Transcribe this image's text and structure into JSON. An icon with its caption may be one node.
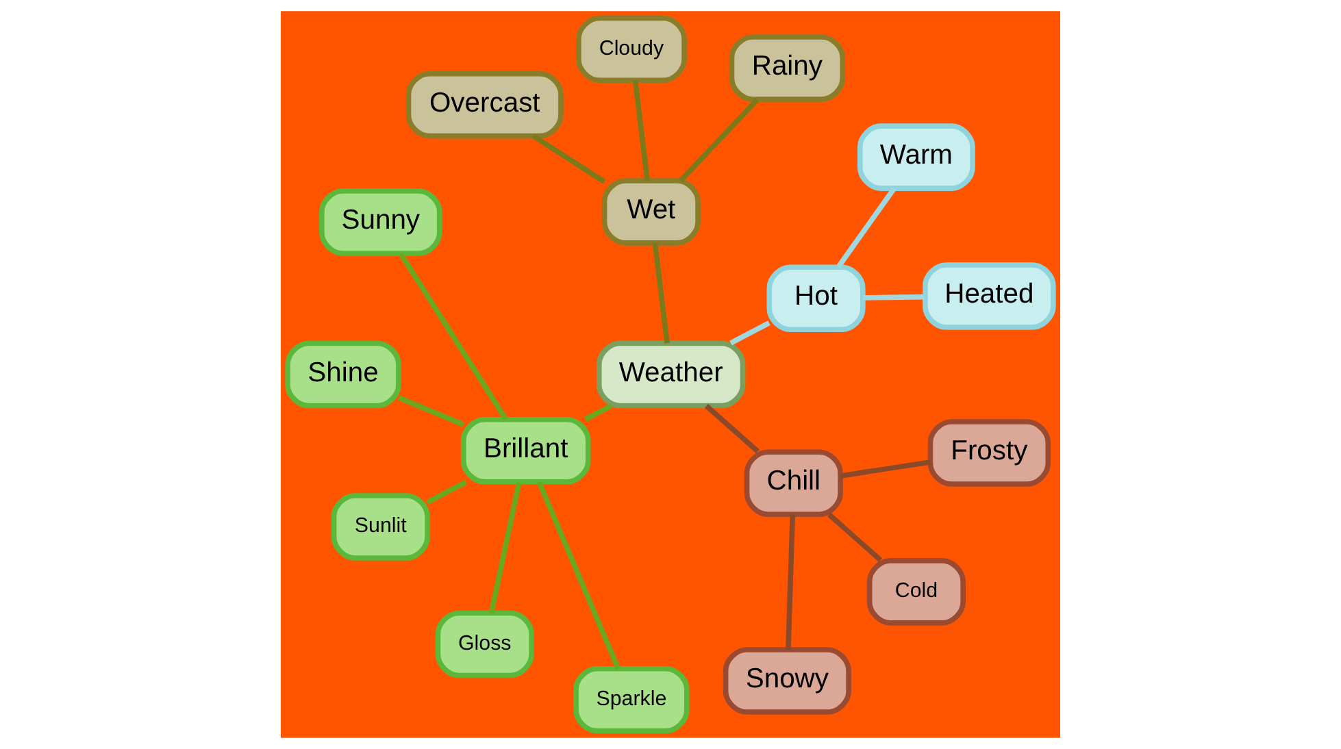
{
  "diagram": {
    "nodes": [
      {
        "text": [
          "Weather"
        ]
      },
      {
        "text": [
          "Hot"
        ]
      },
      {
        "text": [
          "Heated"
        ]
      },
      {
        "text": [
          "Warm"
        ]
      },
      {
        "text": [
          "Wet"
        ]
      },
      {
        "text": [
          "Rainy"
        ]
      },
      {
        "text": [
          "Cloudy"
        ]
      },
      {
        "text": [
          "Overcast"
        ]
      },
      {
        "text": [
          "Brillant"
        ]
      },
      {
        "text": [
          "Sunny"
        ]
      },
      {
        "text": [
          "Shine"
        ]
      },
      {
        "text": [
          "Sunlit"
        ]
      },
      {
        "text": [
          "Gloss"
        ]
      },
      {
        "text": [
          "Sparkle"
        ]
      },
      {
        "text": [
          "Chill"
        ]
      },
      {
        "text": [
          "Snowy"
        ]
      },
      {
        "text": [
          "Cold"
        ]
      },
      {
        "text": [
          "Frosty"
        ]
      }
    ],
    "edges": [
      {
        "from": 0,
        "to": 1,
        "arrow": "none",
        "color": "#9fd8e0"
      },
      {
        "from": 1,
        "to": 2,
        "arrow": "none",
        "color": "#9fd8e0"
      },
      {
        "from": 1,
        "to": 3,
        "arrow": "none",
        "color": "#9fd8e0"
      },
      {
        "from": 0,
        "to": 4,
        "arrow": "none",
        "color": "#7a7a1a"
      },
      {
        "from": 4,
        "to": 5,
        "arrow": "none",
        "color": "#7a7a1a"
      },
      {
        "from": 4,
        "to": 6,
        "arrow": "none",
        "color": "#7a7a1a"
      },
      {
        "from": 4,
        "to": 7,
        "arrow": "none",
        "color": "#7a7a1a"
      },
      {
        "from": 0,
        "to": 8,
        "arrow": "none",
        "color": "#6aa820"
      },
      {
        "from": 8,
        "to": 9,
        "arrow": "none",
        "color": "#6aa820"
      },
      {
        "from": 8,
        "to": 10,
        "arrow": "none",
        "color": "#6aa820"
      },
      {
        "from": 8,
        "to": 11,
        "arrow": "none",
        "color": "#6aa820"
      },
      {
        "from": 8,
        "to": 12,
        "arrow": "none",
        "color": "#6aa820"
      },
      {
        "from": 8,
        "to": 13,
        "arrow": "none",
        "color": "#6aa820"
      },
      {
        "from": 0,
        "to": 14,
        "arrow": "none",
        "color": "#8a4a2a"
      },
      {
        "from": 14,
        "to": 15,
        "arrow": "none",
        "color": "#8a4a2a"
      },
      {
        "from": 14,
        "to": 16,
        "arrow": "none",
        "color": "#8a4a2a"
      },
      {
        "from": 14,
        "to": 17,
        "arrow": "none",
        "color": "#8a4a2a"
      }
    ]
  }
}
